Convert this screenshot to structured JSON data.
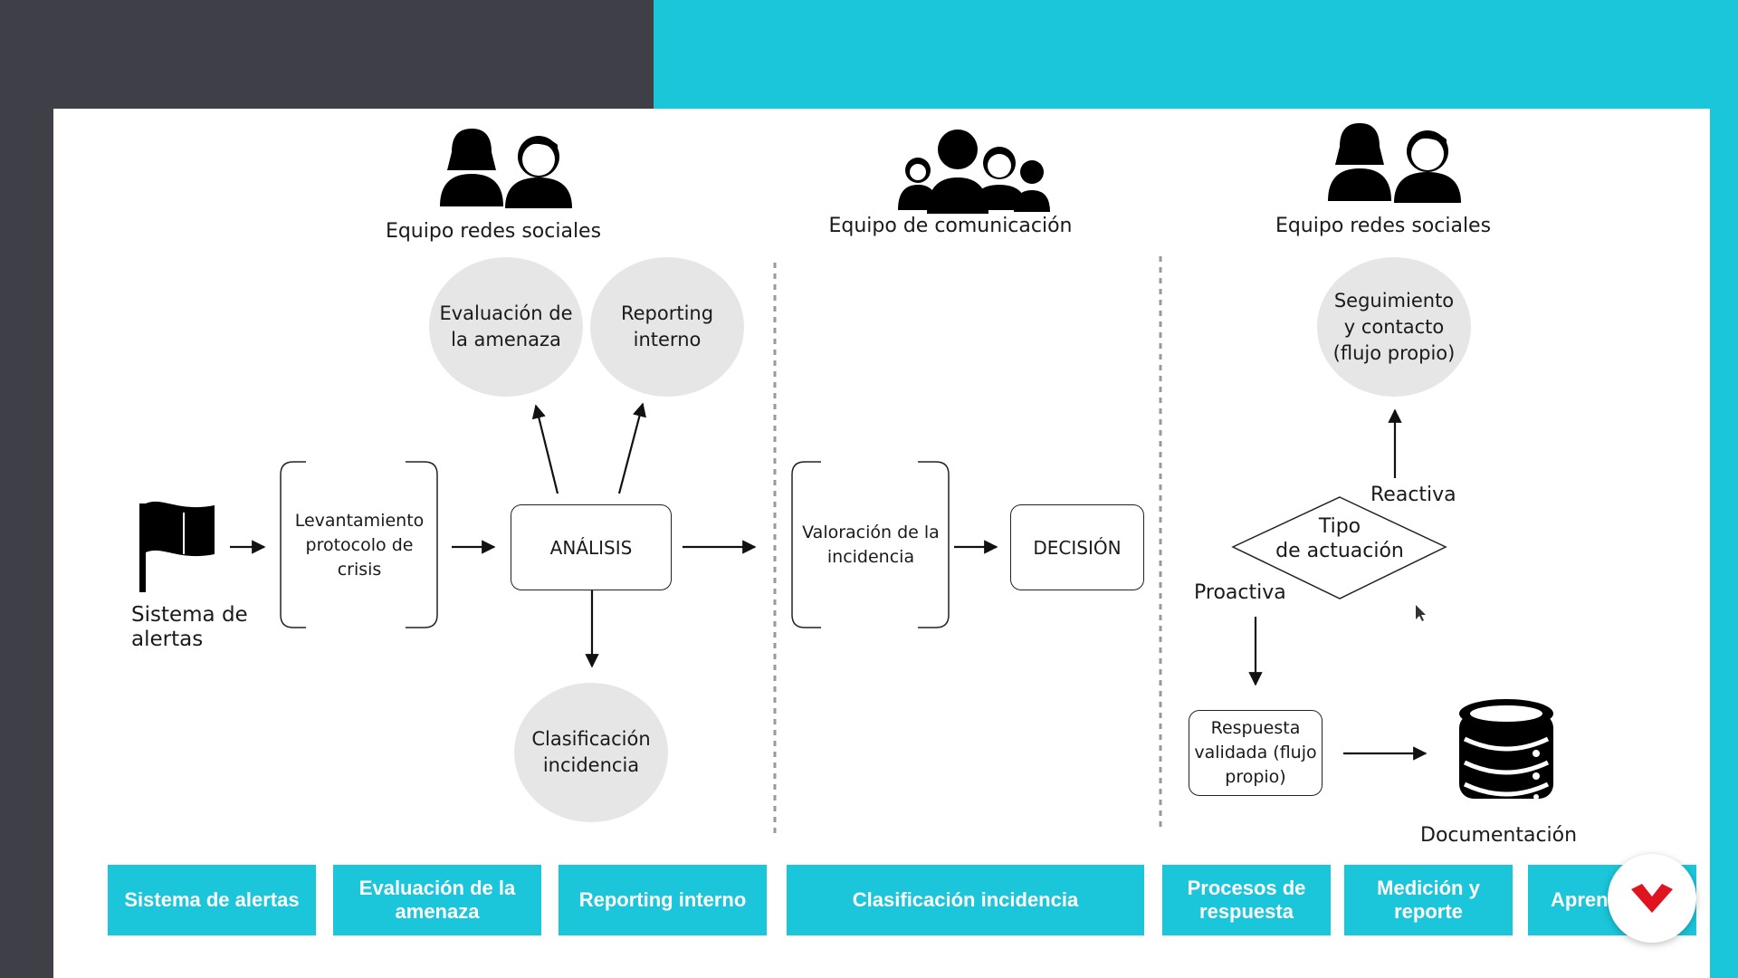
{
  "teams": {
    "left": "Equipo redes sociales",
    "center": "Equipo de comunicación",
    "right": "Equipo redes sociales"
  },
  "nodes": {
    "alert_label": "Sistema de\nalertas",
    "protocol": "Levantamiento\nprotocolo de\ncrisis",
    "analysis": "ANÁLISIS",
    "threat_eval": "Evaluación de\nla amenaza",
    "reporting": "Reporting\ninterno",
    "classification": "Clasificación\nincidencia",
    "valuation": "Valoración de la\nincidencia",
    "decision": "DECISIÓN",
    "action_type": "Tipo\nde actuación",
    "reactive": "Reactiva",
    "proactive": "Proactiva",
    "followup": "Seguimiento\ny contacto\n(flujo propio)",
    "validated_response": "Respuesta\nvalidada (flujo\npropio)",
    "documentation": "Documentación"
  },
  "tabs": [
    "Sistema de alertas",
    "Evaluación de la\namenaza",
    "Reporting interno",
    "Clasificación incidencia",
    "Procesos de\nrespuesta",
    "Medición y\nreporte",
    "Apren"
  ],
  "colors": {
    "accent": "#1bc5da",
    "dark_bg": "#3f3f48",
    "circle_fill": "#e6e6e6",
    "brand_red": "#e0141e"
  },
  "icons": {
    "alert": "flag-icon",
    "teams": "people-group-icon",
    "docs": "database-icon",
    "brand": "brand-logo-icon"
  }
}
